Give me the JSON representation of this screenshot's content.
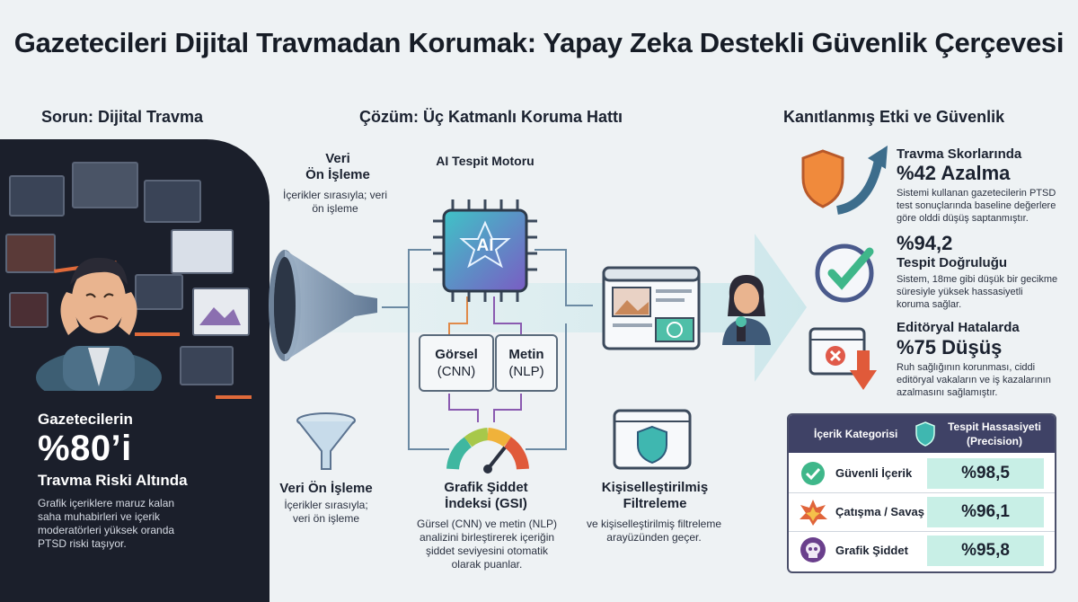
{
  "title": "Gazetecileri Dijital Travmadan Korumak: Yapay Zeka Destekli Güvenlik Çerçevesi",
  "sections": {
    "problem": "Sorun: Dijital Travma",
    "solution": "Çözüm: Üç Katmanlı Koruma Hattı",
    "impact": "Kanıtlanmış Etki ve Güvenlik"
  },
  "problem": {
    "stat_line1": "Gazetecilerin",
    "stat_big": "%80’i",
    "stat_line2": "Travma Riski Altında",
    "description": "Grafik içeriklere maruz kalan saha muhabirleri ve içerik moderatörleri yüksek oranda PTSD riski taşıyor."
  },
  "pipeline": {
    "preprocess_top": {
      "title": "Veri Ön İşleme",
      "title_line1": "Veri",
      "title_line2": "Ön İşleme",
      "desc": "İçerikler sırasıyla; veri ön işleme"
    },
    "preprocess_bottom": {
      "title": "Veri Ön İşleme",
      "desc": "İçerikler sırasıyla; veri ön işleme"
    },
    "ai_engine": {
      "title": "AI Tespit Motoru",
      "chip_label": "AI"
    },
    "visual_box": {
      "line1": "Görsel",
      "line2": "(CNN)"
    },
    "text_box": {
      "line1": "Metin",
      "line2": "(NLP)"
    },
    "gsi": {
      "title_line1": "Grafik Şiddet",
      "title_line2": "İndeksi (GSI)",
      "desc": "Gürsel (CNN) ve metin (NLP) analizini birleştirerek içeriğin şiddet seviyesini otomatik olarak puanlar."
    },
    "filter": {
      "title_line1": "Kişiselleştirilmiş",
      "title_line2": "Filtreleme",
      "desc": "ve kişiselleştirilmiş filtreleme arayüzünden geçer."
    }
  },
  "impact": [
    {
      "head": "Travma Skorlarında",
      "big": "%42 Azalma",
      "body": "Sistemi kullanan gazetecilerin PTSD test sonuçlarında baseline değerlere göre olddi düşüş saptanmıştır.",
      "icon": "shield-arrow-icon"
    },
    {
      "head": "%94,2",
      "big": "Tespit Doğruluğu",
      "body": "Sistem, 18me gibi düşük bir gecikme süresiyle yüksek hassasiyetli koruma sağlar.",
      "icon": "check-clock-icon"
    },
    {
      "head": "Editöryal Hatalarda",
      "big": "%75 Düşüş",
      "body": "Ruh sağlığının korunması, ciddi editöryal vakaların ve iş kazalarının azalmasını sağlamıştır.",
      "icon": "error-window-icon"
    }
  ],
  "table": {
    "col1": "İçerik Kategorisi",
    "col2_line1": "Tespit Hassasiyeti",
    "col2_line2": "(Precision)",
    "rows": [
      {
        "category": "Güvenli İçerik",
        "value": "%98,5",
        "icon": "check-icon"
      },
      {
        "category": "Çatışma / Savaş",
        "value": "%96,1",
        "icon": "explosion-icon"
      },
      {
        "category": "Grafik Şiddet",
        "value": "%95,8",
        "icon": "skull-icon"
      }
    ]
  },
  "colors": {
    "dark_panel": "#1b1f2b",
    "accent_teal": "#3fb7b0",
    "accent_orange": "#f08a3c",
    "table_header": "#3f4266",
    "value_bg": "#c8efe6"
  }
}
